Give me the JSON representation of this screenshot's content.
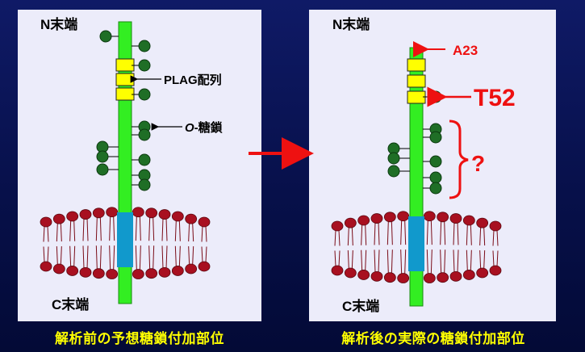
{
  "left": {
    "n_terminal": "N末端",
    "c_terminal": "C末端",
    "plag_label": "PLAG配列",
    "oglycan_prefix": "O",
    "oglycan_suffix": "-糖鎖",
    "caption": "解析前の予想糖鎖付加部位"
  },
  "right": {
    "n_terminal": "N末端",
    "c_terminal": "C末端",
    "a23_label": "A23",
    "t52_label": "T52",
    "question": "?",
    "caption": "解析後の実際の糖鎖付加部位"
  },
  "colors": {
    "background": "#0a1458",
    "panel": "#ececfa",
    "protein_chain": "#33ee22",
    "plag_box": "#ffff00",
    "glycan": "#1f6e26",
    "transmembrane": "#1199cc",
    "lipid_head": "#a81020",
    "annotation_red": "#ee1111",
    "caption": "#ffff00"
  }
}
